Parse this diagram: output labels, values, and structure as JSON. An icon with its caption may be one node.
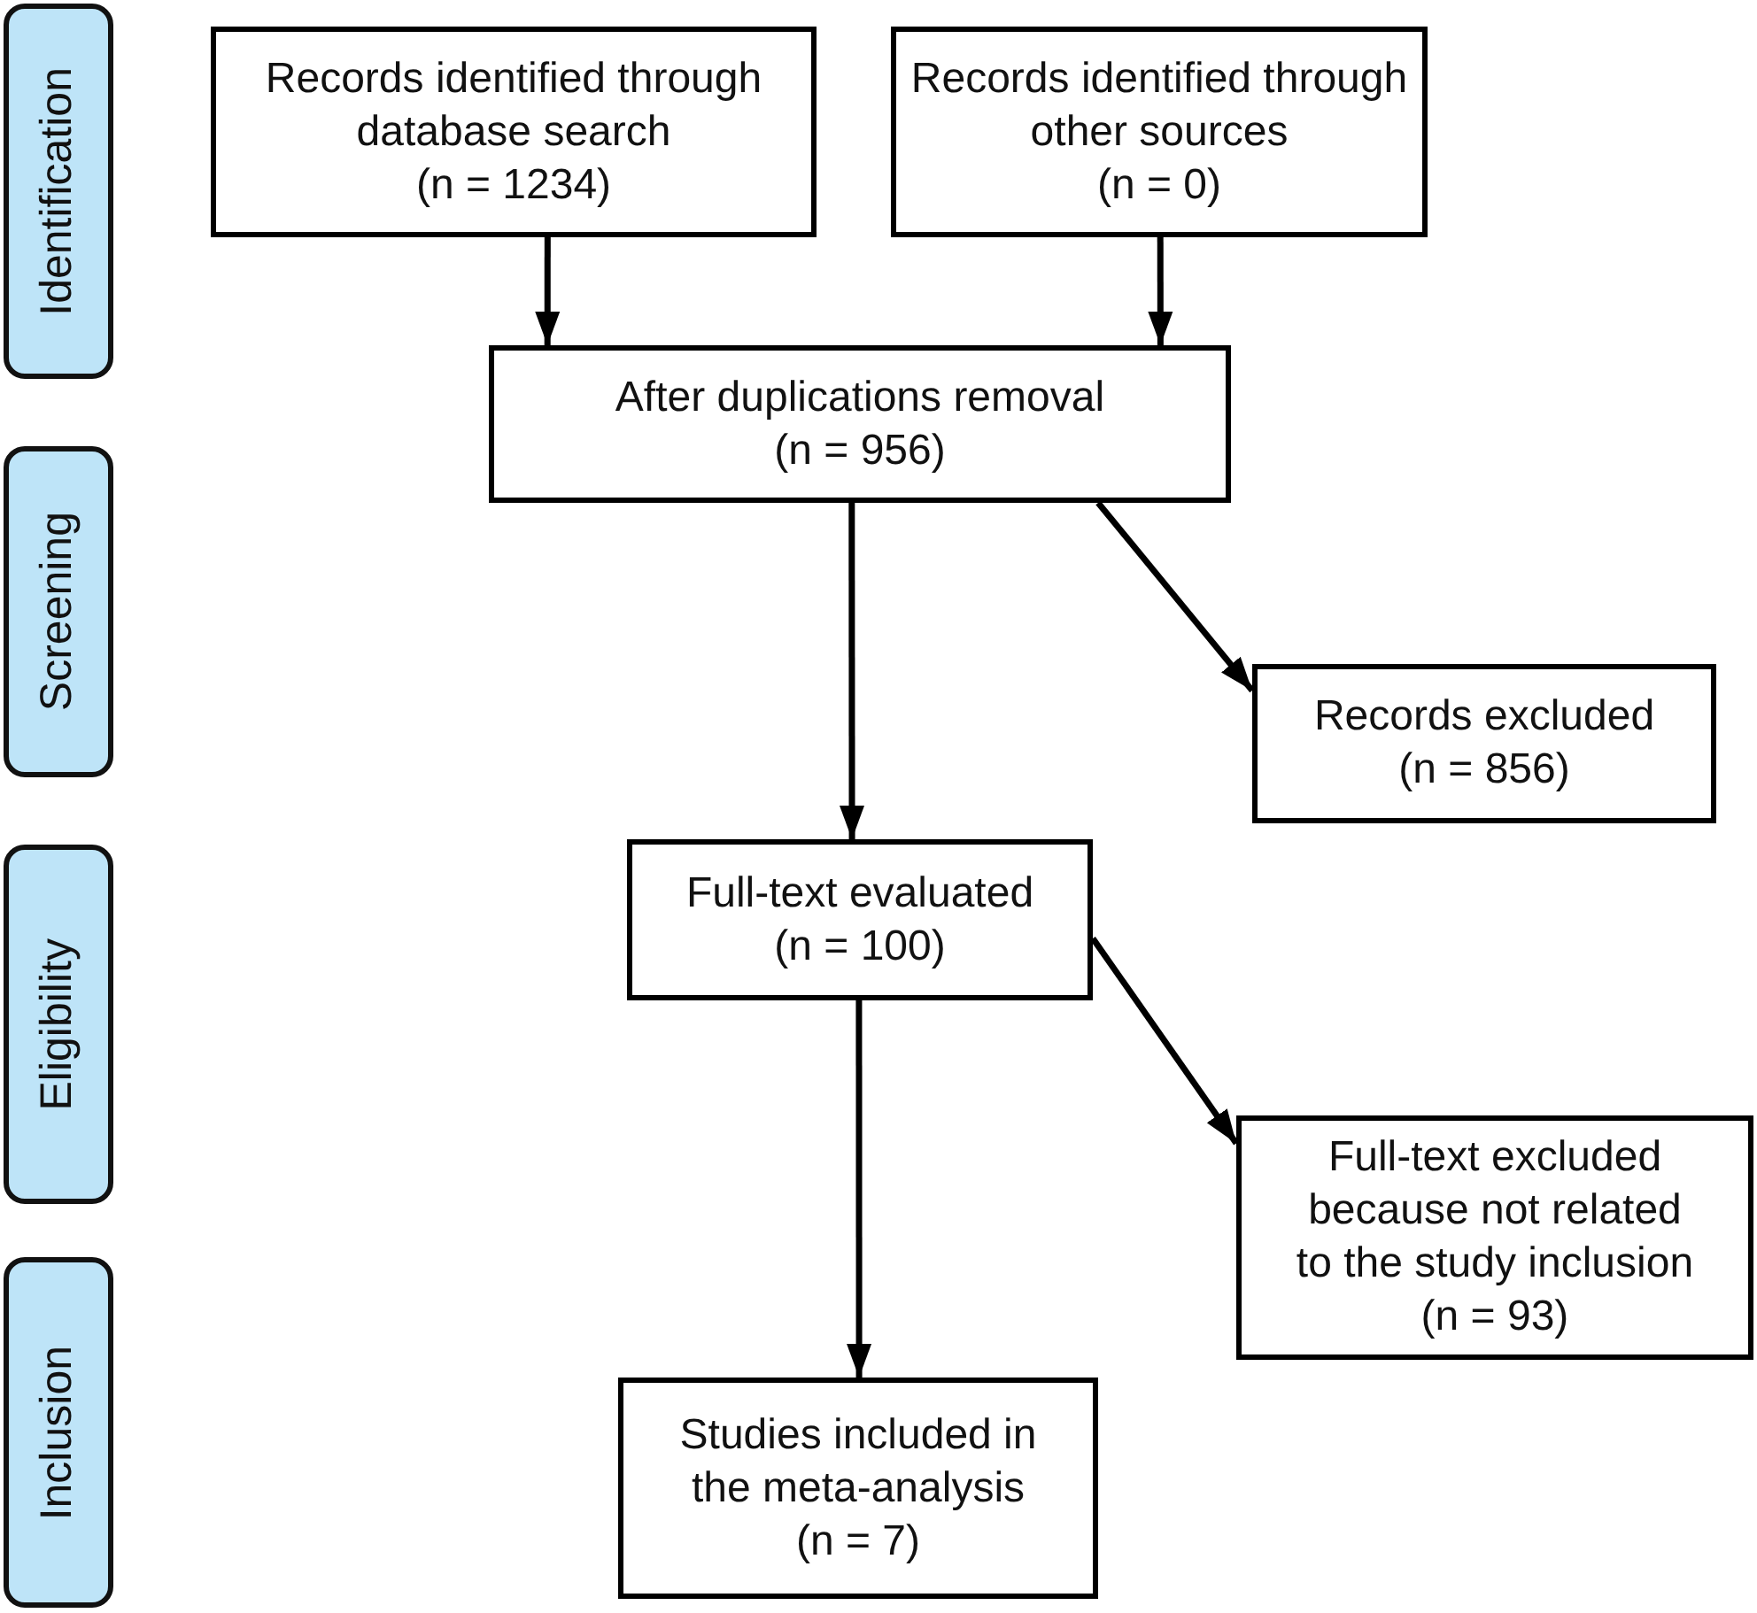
{
  "diagram": {
    "nodes": [
      {
        "text": [
          "Identification"
        ]
      },
      {
        "text": [
          "Screening"
        ]
      },
      {
        "text": [
          "Eligibility"
        ]
      },
      {
        "text": [
          "Inclusion"
        ]
      },
      {
        "text": [
          "Records identified through database search",
          "(n = 1234)"
        ]
      },
      {
        "text": [
          "Records identified through other sources",
          "(n = 0)"
        ]
      },
      {
        "text": [
          "After duplications removal",
          "(n = 956)"
        ]
      },
      {
        "text": [
          "Records excluded",
          "(n = 856)"
        ]
      },
      {
        "text": [
          "Full-text evaluated",
          "(n = 100)"
        ]
      },
      {
        "text": [
          "Full-text excluded because not related to the study inclusion",
          "(n = 93)"
        ]
      },
      {
        "text": [
          "Studies included in the meta-analysis",
          "(n = 7)"
        ]
      }
    ],
    "edges": [
      {
        "from": 4,
        "to": 6,
        "arrow": "to"
      },
      {
        "from": 5,
        "to": 6,
        "arrow": "to"
      },
      {
        "from": 6,
        "to": 7,
        "arrow": "to"
      },
      {
        "from": 6,
        "to": 8,
        "arrow": "to"
      },
      {
        "from": 8,
        "to": 9,
        "arrow": "to"
      },
      {
        "from": 8,
        "to": 10,
        "arrow": "to"
      }
    ]
  }
}
